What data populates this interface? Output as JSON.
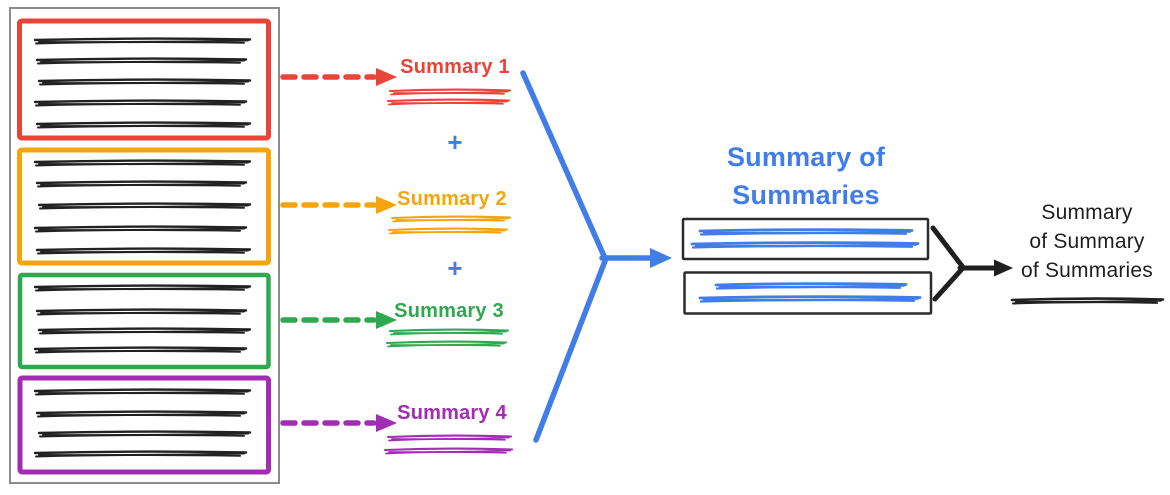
{
  "diagram": {
    "palette": {
      "red": "#E84437",
      "amber": "#F5A50B",
      "green": "#2FA84F",
      "purple": "#A32CB5",
      "blue": "#417DE9",
      "ink": "#222222",
      "text_black": "#1F1F1F",
      "frame_gray": "#8C8C8C",
      "box_border": "#2B2B2B"
    },
    "source_documents": [
      {
        "name": "document-1",
        "color_key": "red",
        "scribble_lines": 5
      },
      {
        "name": "document-2",
        "color_key": "amber",
        "scribble_lines": 5
      },
      {
        "name": "document-3",
        "color_key": "green",
        "scribble_lines": 4
      },
      {
        "name": "document-4",
        "color_key": "purple",
        "scribble_lines": 4
      }
    ],
    "summary_labels": [
      {
        "label": "Summary 1",
        "color_key": "red"
      },
      {
        "label": "Summary 2",
        "color_key": "amber"
      },
      {
        "label": "Summary 3",
        "color_key": "green"
      },
      {
        "label": "Summary 4",
        "color_key": "purple"
      }
    ],
    "plus_symbol": "+",
    "summary_of_summaries": {
      "title_lines": [
        "Summary of",
        "Summaries"
      ],
      "box_count": 2
    },
    "final_summary": {
      "label_lines": [
        "Summary",
        "of Summary",
        "of Summaries"
      ]
    }
  }
}
